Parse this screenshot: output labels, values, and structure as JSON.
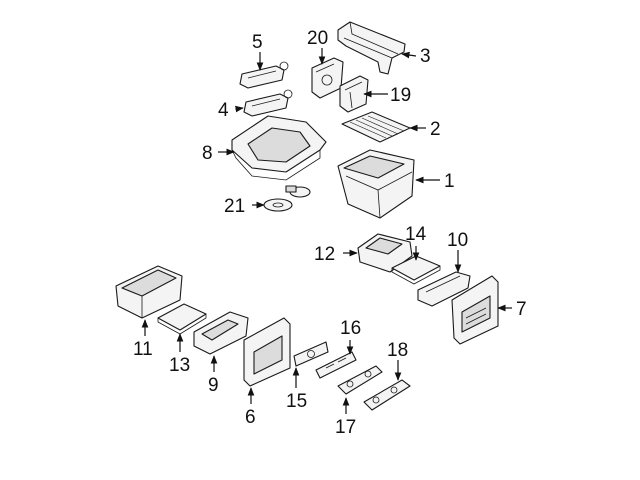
{
  "diagram": {
    "colors": {
      "line": "#1a1a1a",
      "fill": "#f4f4f4",
      "shade": "#dcdcdc",
      "background": "#ffffff"
    },
    "callouts": [
      {
        "id": "c1",
        "label": "1"
      },
      {
        "id": "c2",
        "label": "2"
      },
      {
        "id": "c3",
        "label": "3"
      },
      {
        "id": "c4",
        "label": "4"
      },
      {
        "id": "c5",
        "label": "5"
      },
      {
        "id": "c6",
        "label": "6"
      },
      {
        "id": "c7",
        "label": "7"
      },
      {
        "id": "c8",
        "label": "8"
      },
      {
        "id": "c9",
        "label": "9"
      },
      {
        "id": "c10",
        "label": "10"
      },
      {
        "id": "c11",
        "label": "11"
      },
      {
        "id": "c12",
        "label": "12"
      },
      {
        "id": "c13",
        "label": "13"
      },
      {
        "id": "c14",
        "label": "14"
      },
      {
        "id": "c15",
        "label": "15"
      },
      {
        "id": "c16",
        "label": "16"
      },
      {
        "id": "c17",
        "label": "17"
      },
      {
        "id": "c18",
        "label": "18"
      },
      {
        "id": "c19",
        "label": "19"
      },
      {
        "id": "c20",
        "label": "20"
      },
      {
        "id": "c21",
        "label": "21"
      }
    ]
  }
}
